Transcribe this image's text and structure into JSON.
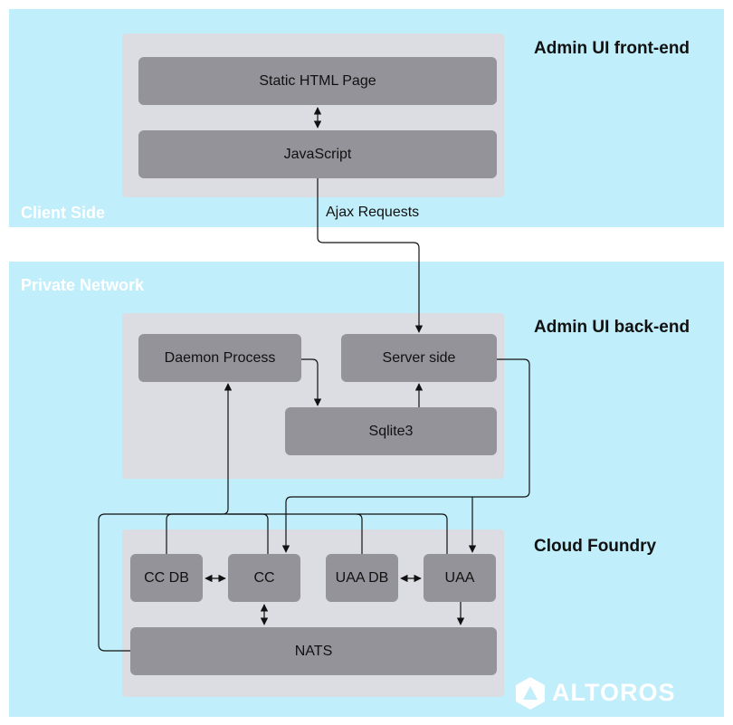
{
  "zones": {
    "client_label": "Client Side",
    "private_label": "Private Network"
  },
  "sections": {
    "frontend_title": "Admin UI front-end",
    "backend_title": "Admin UI back-end",
    "cf_title": "Cloud Foundry"
  },
  "boxes": {
    "static_html": "Static HTML Page",
    "javascript": "JavaScript",
    "daemon": "Daemon Process",
    "server_side": "Server side",
    "sqlite": "Sqlite3",
    "cc_db": "CC DB",
    "cc": "CC",
    "uaa_db": "UAA DB",
    "uaa": "UAA",
    "nats": "NATS"
  },
  "annotations": {
    "ajax": "Ajax Requests"
  },
  "logo": {
    "text": "ALTOROS"
  },
  "colors": {
    "zone_bg": "#c0eefa",
    "panel_bg": "#dcdce3",
    "box_bg": "#939399",
    "zone_label": "#ffffff",
    "line": "#111111"
  }
}
